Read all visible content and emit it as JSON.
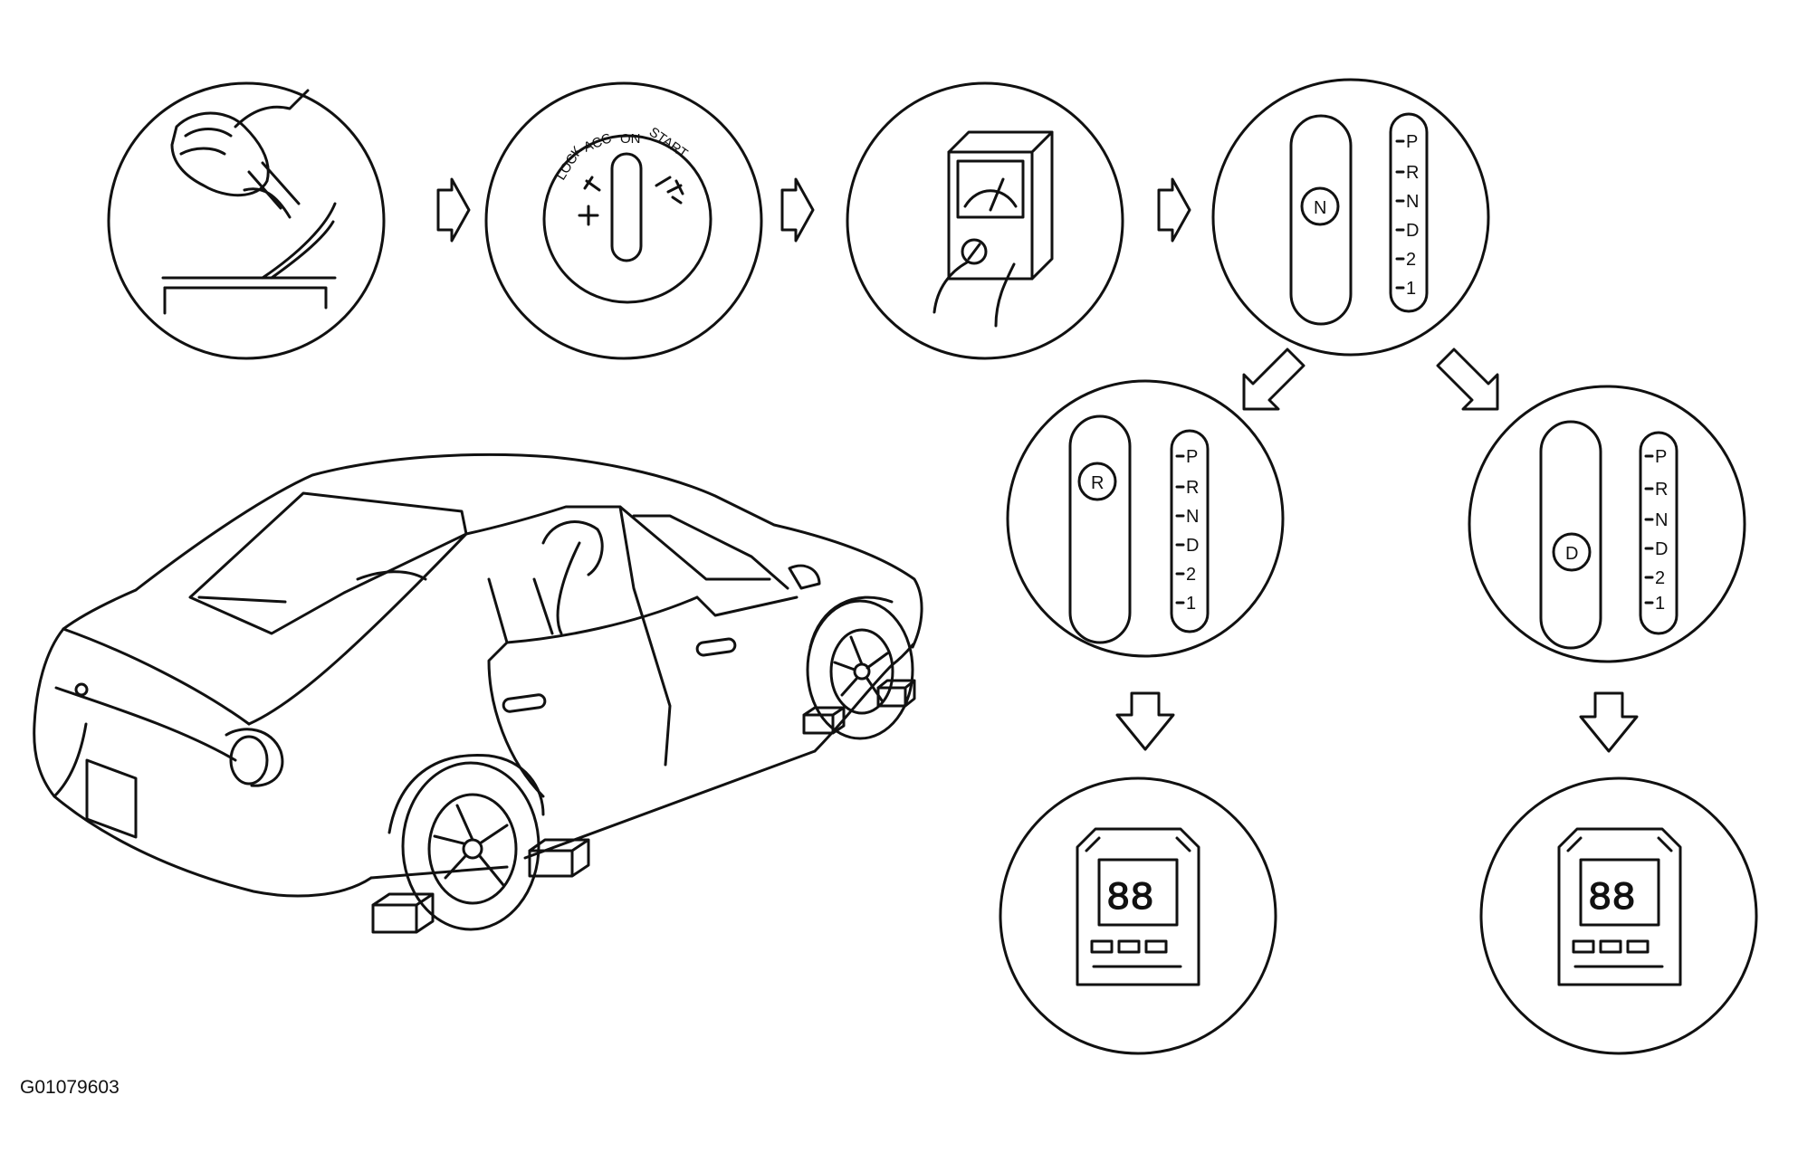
{
  "figure_id": "G01079603",
  "ignition": {
    "lock": "LOCK",
    "acc": "ACC",
    "on": "ON",
    "start": "START"
  },
  "selector": {
    "positions": [
      "P",
      "R",
      "N",
      "D",
      "2",
      "1"
    ]
  },
  "panels": {
    "neutral_selected": "N",
    "reverse_selected": "R",
    "drive_selected": "D"
  },
  "tester": {
    "display": "88"
  }
}
